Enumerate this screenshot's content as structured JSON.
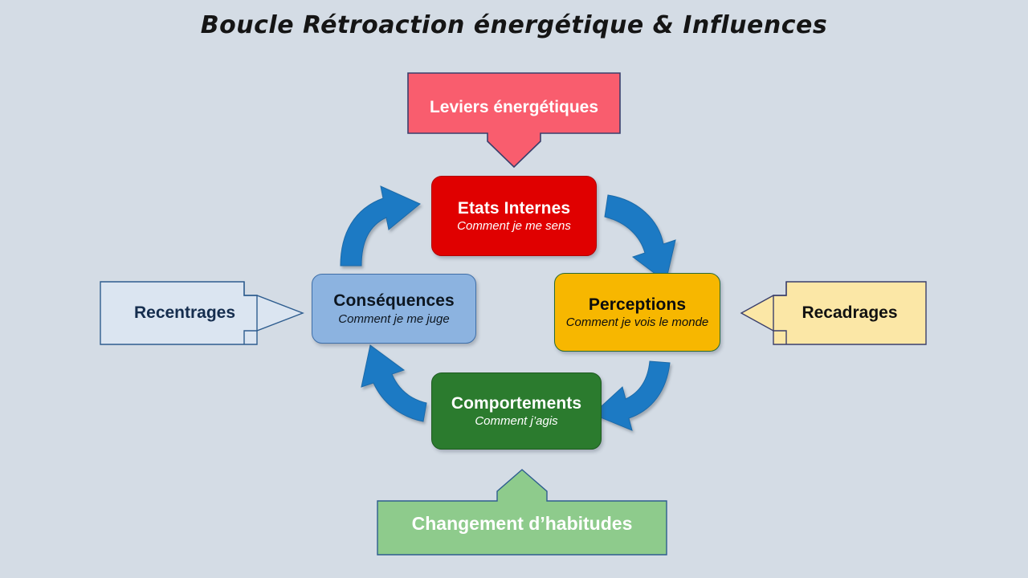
{
  "page": {
    "title": "Boucle Rétroaction énergétique & Influences",
    "background_color": "#d4dce5"
  },
  "cycle": {
    "nodes": [
      {
        "id": "etats-internes",
        "title": "Etats Internes",
        "subtitle": "Comment je me sens",
        "color": "#e00000",
        "text_color": "#ffffff",
        "position": "top"
      },
      {
        "id": "perceptions",
        "title": "Perceptions",
        "subtitle": "Comment je vois le monde",
        "color": "#f7b700",
        "text_color": "#0d0d0d",
        "position": "right"
      },
      {
        "id": "comportements",
        "title": "Comportements",
        "subtitle": "Comment j’agis",
        "color": "#2b7b2e",
        "text_color": "#ffffff",
        "position": "bottom"
      },
      {
        "id": "consequences",
        "title": "Conséquences",
        "subtitle": "Comment je me juge",
        "color": "#8cb3e0",
        "text_color": "#0d1620",
        "position": "left"
      }
    ],
    "arrow_color": "#1f7ac4",
    "flow": [
      "Etats Internes → Perceptions",
      "Perceptions → Comportements",
      "Comportements → Conséquences",
      "Conséquences → Etats Internes"
    ]
  },
  "influences": {
    "leviers": {
      "label": "Leviers énergétiques",
      "color": "#f95d6e",
      "border_color": "#3a3f6b",
      "text_color": "#ffffff",
      "direction": "down",
      "targets": "Etats Internes"
    },
    "recentrages": {
      "label": "Recentrages",
      "color": "#dbe5f1",
      "border_color": "#2e5d8f",
      "text_color": "#152d4e",
      "direction": "right",
      "targets": "Conséquences"
    },
    "recadrages": {
      "label": "Recadrages",
      "color": "#fbe7a6",
      "border_color": "#3a3f6b",
      "text_color": "#111111",
      "direction": "left",
      "targets": "Perceptions"
    },
    "changement": {
      "label": "Changement d’habitudes",
      "color": "#8ecb8c",
      "border_color": "#2e5d8f",
      "text_color": "#ffffff",
      "direction": "up",
      "targets": "Comportements"
    }
  }
}
